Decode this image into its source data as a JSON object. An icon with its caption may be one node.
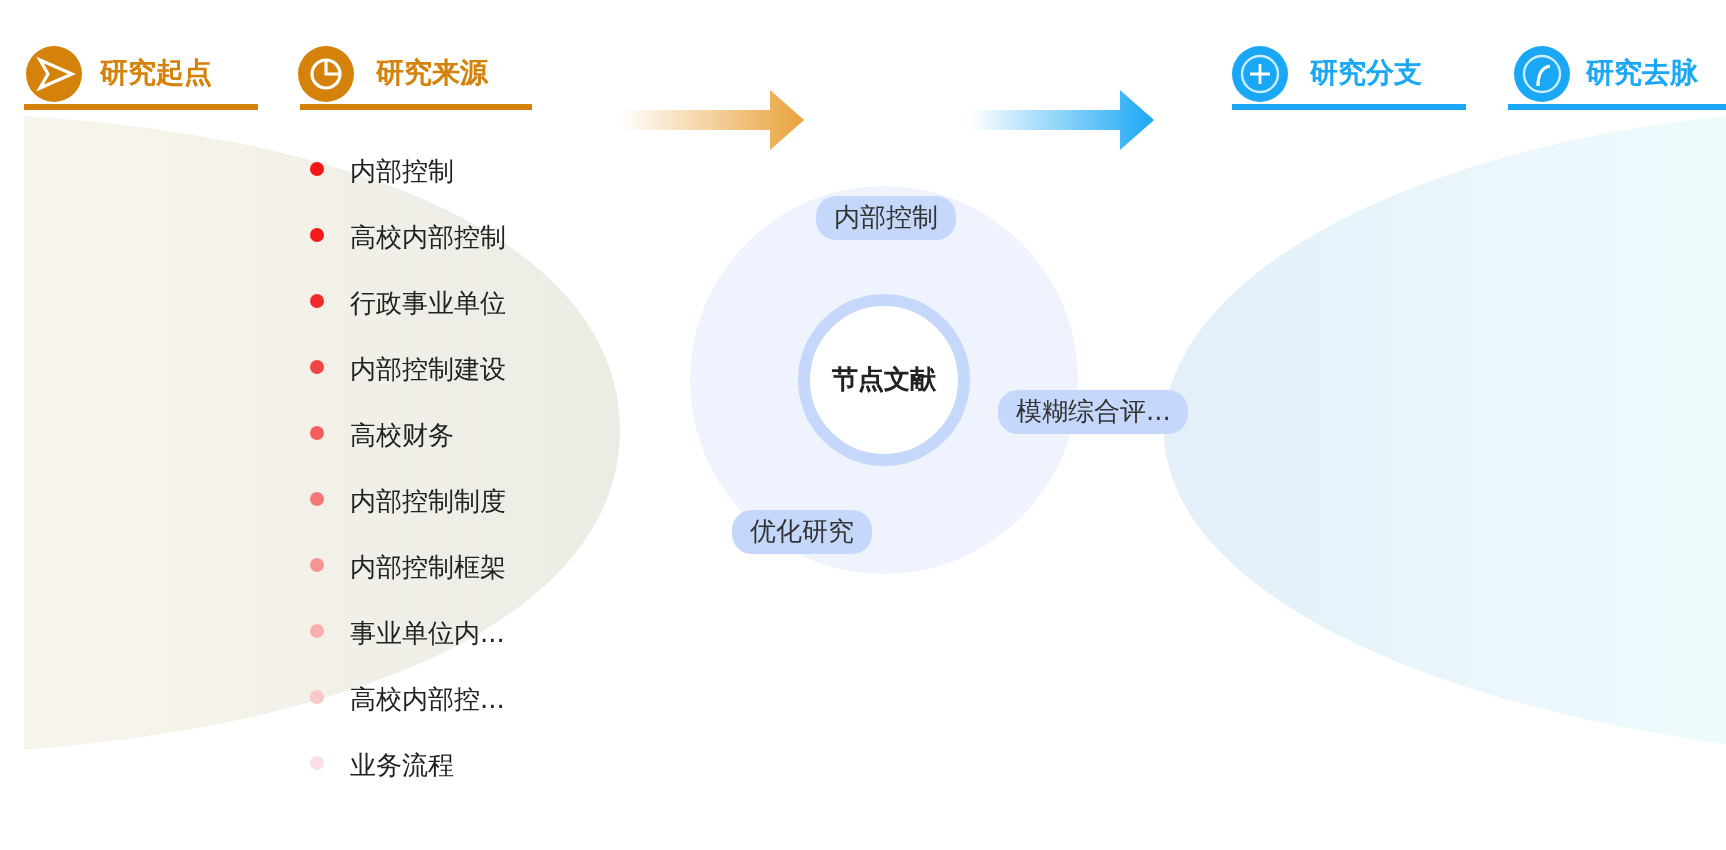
{
  "diagram": {
    "nodes": [
      {
        "text": [],
        "shape": "circle"
      },
      {
        "text": [
          "节点文献"
        ],
        "in": 0
      },
      {
        "text": [
          "内部控制"
        ],
        "in": 0
      },
      {
        "text": [
          "模糊综合评..."
        ]
      },
      {
        "text": [
          "优化研究"
        ],
        "in": 0
      }
    ],
    "edges": [],
    "labels": [
      "研究起点",
      "研究来源",
      "研究分支",
      "研究去脉",
      "内部控制",
      "高校内部控制",
      "行政事业单位",
      "内部控制建设",
      "高校财务",
      "内部控制制度",
      "内部控制框架",
      "事业单位内...",
      "高校内部控...",
      "业务流程"
    ]
  }
}
